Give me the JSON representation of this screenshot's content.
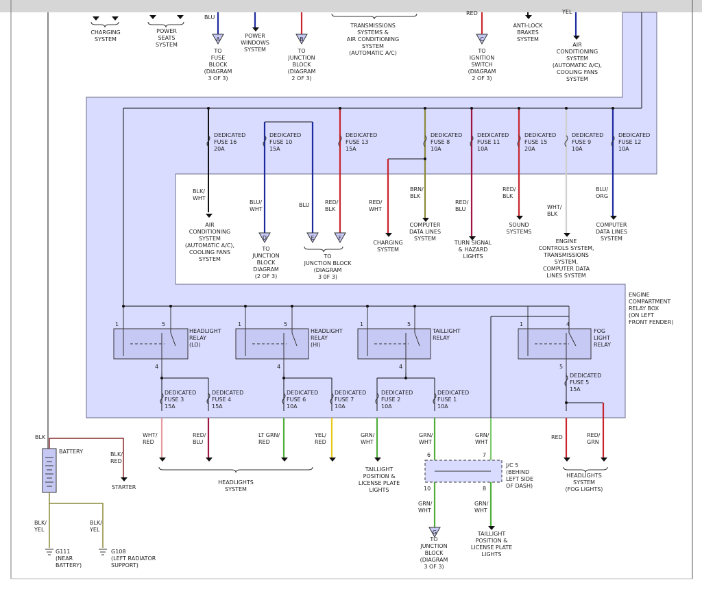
{
  "top_labels": {
    "charging": "CHARGING\nSYSTEM",
    "power_seats": "POWER\nSEATS\nSYSTEM",
    "blu": "BLU",
    "to_fuse_block": "TO\nFUSE\nBLOCK\n(DIAGRAM\n3 OF 3)",
    "power_windows": "POWER\nWINDOWS\nSYSTEM",
    "to_junction_b": "TO\nJUNCTION\nBLOCK\n(DIAGRAM\n2 OF 3)",
    "transmissions": "TRANSMISSIONS\nSYSTEMS &\nAIR CONDITIONING\nSYSTEM\n(AUTOMATIC A/C)",
    "red": "RED",
    "to_ignition": "TO\nIGNITION\nSWITCH\n(DIAGRAM\n2 OF 3)",
    "abs": "ANTI-LOCK\nBRAKES\nSYSTEM",
    "yel": "YEL",
    "ac_top": "AIR\nCONDITIONING\nSYSTEM\n(AUTOMATIC A/C),\nCOOLING FANS\nSYSTEM"
  },
  "connector_letters": [
    "A",
    "B",
    "C",
    "D",
    "E",
    "F",
    "G"
  ],
  "dedicated_fuses": [
    "DEDICATED\nFUSE 16\n20A",
    "DEDICATED\nFUSE 10\n15A",
    "DEDICATED\nFUSE 13\n15A",
    "DEDICATED\nFUSE 8\n10A",
    "DEDICATED\nFUSE 11\n10A",
    "DEDICATED\nFUSE 15\n20A",
    "DEDICATED\nFUSE 9\n10A",
    "DEDICATED\nFUSE 12\n10A"
  ],
  "middle_wires": [
    "BLK/\nWHT",
    "BLU/\nWHT",
    "BLU",
    "RED/\nBLK",
    "RED/\nWHT",
    "BRN/\nBLK",
    "RED/\nBLU",
    "RED/\nBLK",
    "WHT/\nBLK",
    "BLU/\nORG"
  ],
  "middle_dest": [
    "AIR\nCONDITIONING\nSYSTEM\n(AUTOMATIC A/C),\nCOOLING FANS\nSYSTEM",
    "TO\nJUNCTION\nBLOCK\nDIAGRAM\n(2 OF 3)",
    "TO\nJUNCTION BLOCK\n(DIAGRAM\n3 0F 3)",
    "CHARGING\nSYSTEM",
    "COMPUTER\nDATA LINES\nSYSTEM",
    "TURN SIGNAL\n& HAZARD\nLIGHTS",
    "SOUND\nSYSTEMS",
    "ENGINE\nCONTROLS SYSTEM,\nTRANSMISSIONS\nSYSTEM,\nCOMPUTER DATA\nLINES SYSTEM",
    "COMPUTER\nDATA LINES\nSYSTEM"
  ],
  "relay_box_label": "ENGINE\nCOMPARTMENT\nRELAY BOX\n(ON LEFT\nFRONT FENDER)",
  "relays": [
    "HEADLIGHT\nRELAY\n(LO)",
    "HEADLIGHT\nRELAY\n(HI)",
    "TAILLIGHT\nRELAY",
    "FOG\nLIGHT\nRELAY"
  ],
  "pins": [
    "1",
    "5",
    "4",
    "1",
    "5",
    "4",
    "1",
    "5",
    "4",
    "1",
    "4",
    "5"
  ],
  "lower_fuses": [
    "DEDICATED\nFUSE 3\n15A",
    "DEDICATED\nFUSE 4\n15A",
    "DEDICATED\nFUSE 6\n10A",
    "DEDICATED\nFUSE 7\n10A",
    "DEDICATED\nFUSE 2\n10A",
    "DEDICATED\nFUSE 1\n10A",
    "DEDICATED\nFUSE 5\n15A"
  ],
  "lower_wires": [
    "WHT/\nRED",
    "RED/\nBLU",
    "LT GRN/\nRED",
    "YEL/\nRED",
    "GRN/\nWHT",
    "GRN/\nWHT",
    "GRN/\nWHT",
    "RED",
    "RED/\nGRN"
  ],
  "battery": {
    "blk": "BLK",
    "label": "BATTERY",
    "blk_red": "BLK/\nRED",
    "starter": "STARTER",
    "blk_yel_1": "BLK/\nYEL",
    "blk_yel_2": "BLK/\nYEL",
    "g111": "G111\n(NEAR\nBATTERY)",
    "g108": "G108\n(LEFT RADIATOR\nSUPPORT)"
  },
  "bottom_dest": {
    "headlights": "HEADLIGHTS\nSYSTEM",
    "taillight_1": "TAILLIGHT\nPOSITION &\nLICENSE PLATE\nLIGHTS",
    "jc5": "J/C 5\n(BEHIND\nLEFT SIDE\nOF DASH)",
    "jc_pins": [
      "6",
      "7",
      "10",
      "8"
    ],
    "grn_wht_1": "GRN/\nWHT",
    "grn_wht_2": "GRN/\nWHT",
    "to_jb3": "TO\nJUNCTION\nBLOCK\n(DIAGRAM\n3 OF 3)",
    "taillight_2": "TAILLIGHT\nPOSITION &\nLICENSE PLATE\nLIGHTS",
    "fog": "HEADLIGHTS\nSYSTEM\n(FOG LIGHTS)"
  },
  "colors": {
    "box_fill": "#d9dbff",
    "box_stroke": "#6b6e8a",
    "wire_black": "#111111",
    "wire_blue": "#1d2a9e",
    "wire_red": "#c8252c",
    "wire_green": "#4fae3a",
    "wire_yellow": "#e8c81a",
    "wire_gray": "#cfcfcf",
    "wire_brown": "#8d6a1e",
    "wire_pink": "#e79aa0",
    "wire_olive": "#8c8a3a"
  }
}
